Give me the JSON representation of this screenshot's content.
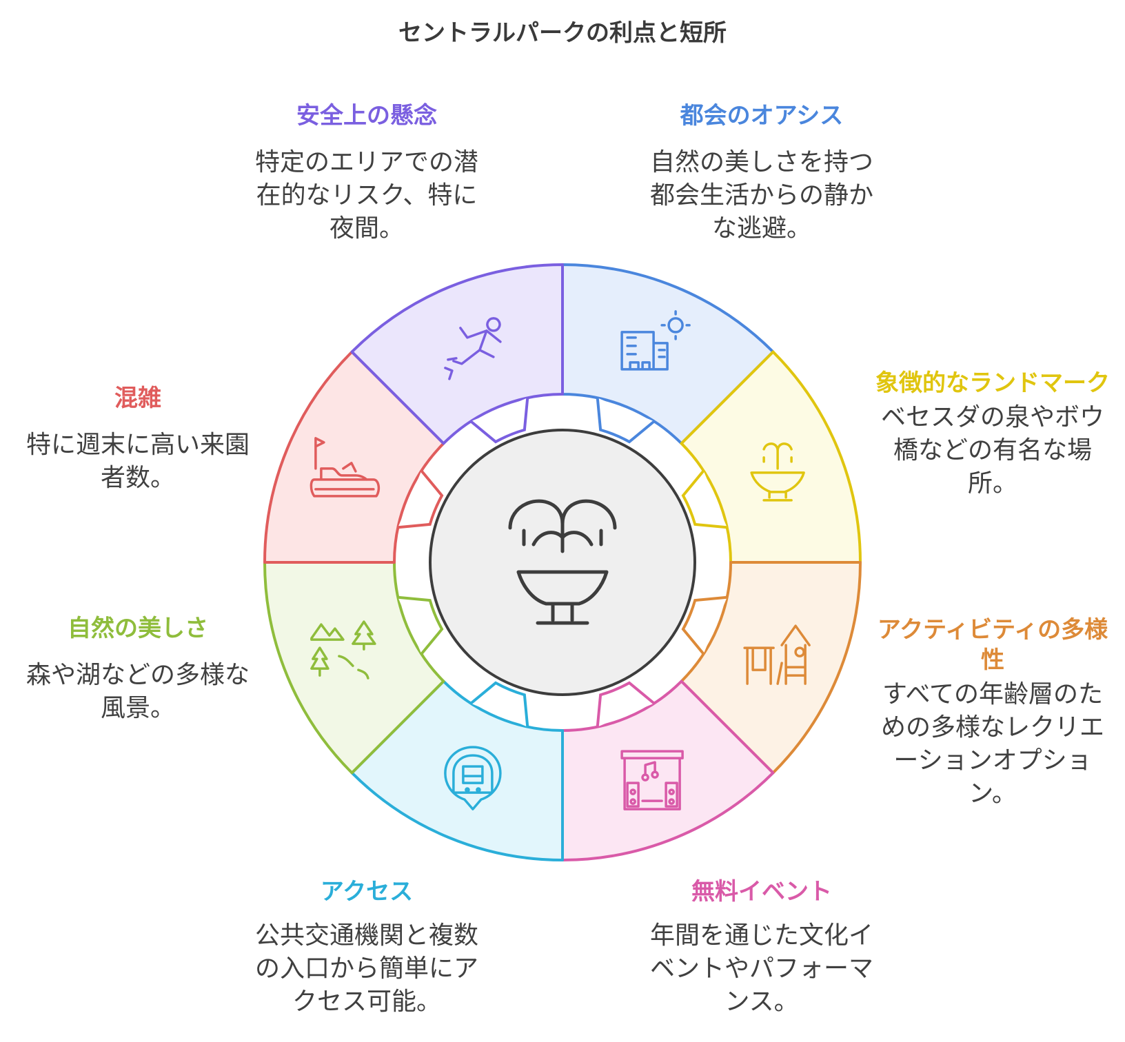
{
  "title": "セントラルパークの利点と短所",
  "segments": [
    {
      "id": "urban-oasis",
      "heading": "都会のオアシス",
      "description": "自然の美しさを持つ都会生活からの静かな逃避。",
      "color": "#4a86dd",
      "fill": "#e5eefc",
      "icon": "city-sun-icon"
    },
    {
      "id": "iconic-landmarks",
      "heading": "象徴的なランドマーク",
      "description": "ベセスダの泉やボウ橋などの有名な場所。",
      "color": "#e0c50f",
      "fill": "#fdfbe4",
      "icon": "fountain-icon"
    },
    {
      "id": "activity-variety",
      "heading": "アクティビティの多様性",
      "description": "すべての年齢層のための多様なレクリエーションオプション。",
      "color": "#dd8a38",
      "fill": "#fdf2e5",
      "icon": "playground-icon"
    },
    {
      "id": "free-events",
      "heading": "無料イベント",
      "description": "年間を通じた文化イベントやパフォーマンス。",
      "color": "#d95aa8",
      "fill": "#fce6f3",
      "icon": "stage-music-icon"
    },
    {
      "id": "access",
      "heading": "アクセス",
      "description": "公共交通機関と複数の入口から簡単にアクセス可能。",
      "color": "#2aaed9",
      "fill": "#e2f6fc",
      "icon": "subway-pin-icon"
    },
    {
      "id": "natural-beauty",
      "heading": "自然の美しさ",
      "description": "森や湖などの多様な風景。",
      "color": "#8fbd3c",
      "fill": "#f2f8e6",
      "icon": "mountains-trees-icon"
    },
    {
      "id": "crowding",
      "heading": "混雑",
      "description": "特に週末に高い来園者数。",
      "color": "#e05c5c",
      "fill": "#fde5e5",
      "icon": "bumper-car-icon"
    },
    {
      "id": "safety-concerns",
      "heading": "安全上の懸念",
      "description": "特定のエリアでの潜在的なリスク、特に夜間。",
      "color": "#7a5fe0",
      "fill": "#ebe6fc",
      "icon": "falling-person-icon"
    }
  ],
  "center": {
    "icon": "fountain-icon",
    "color": "#3d3d3d",
    "fill": "#efefef"
  }
}
